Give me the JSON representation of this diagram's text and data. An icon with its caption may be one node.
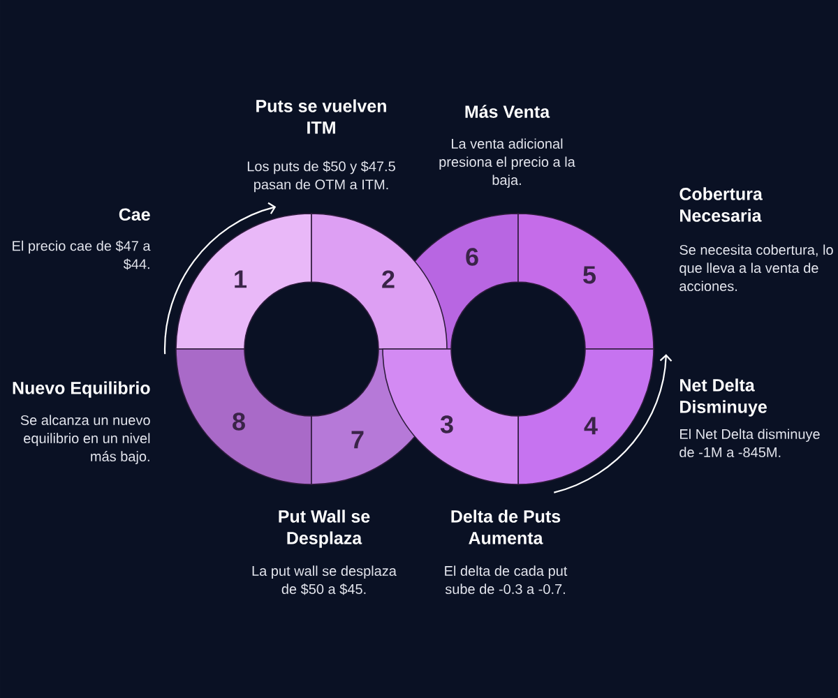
{
  "diagram": {
    "nodes": [
      {
        "text": [
          "1"
        ],
        "beside": [
          "Cae",
          "El precio cae de $47 a $44."
        ]
      },
      {
        "text": [
          "2"
        ],
        "beside": [
          "Puts se vuelven ITM",
          "Los puts de $50 y $47.5 pasan de OTM a ITM."
        ]
      },
      {
        "text": [
          "3"
        ],
        "beside": [
          "Delta de Puts Aumenta",
          "El delta de cada put sube de -0.3 a -0.7."
        ]
      },
      {
        "text": [
          "4"
        ],
        "beside": [
          "Net Delta Disminuye",
          "El Net Delta disminuye de -1M a -845M."
        ]
      },
      {
        "text": [
          "5"
        ],
        "beside": [
          "Cobertura Necesaria",
          "Se necesita cobertura, lo que lleva a la venta de acciones."
        ]
      },
      {
        "text": [
          "6"
        ],
        "beside": [
          "Más Venta",
          "La venta adicional presiona el precio a la baja."
        ]
      },
      {
        "text": [
          "7"
        ],
        "beside": [
          "Put Wall se Desplaza",
          "La put wall se desplaza de $50 a $45."
        ]
      },
      {
        "text": [
          "8"
        ],
        "beside": [
          "Nuevo Equilibrio",
          "Se alcanza un nuevo equilibrio en un nivel más bajo."
        ]
      }
    ]
  }
}
